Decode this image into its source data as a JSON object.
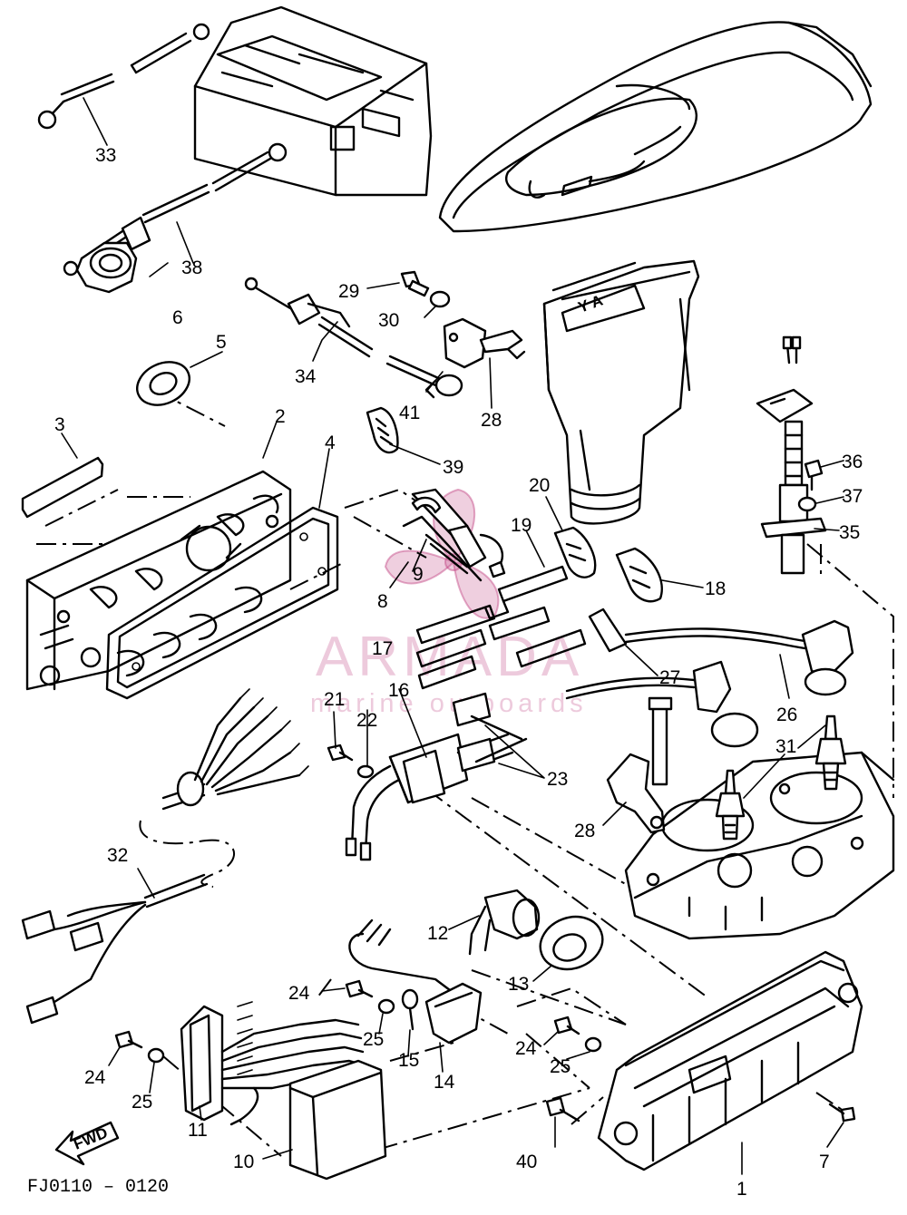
{
  "diagram": {
    "code": "FJ0110 – 0120",
    "fwd_label": "FWD",
    "watermark": {
      "brand": "ARMADA",
      "tagline": "marine outboards",
      "color": "#c04080"
    }
  },
  "callouts": {
    "p1": "1",
    "p2": "2",
    "p3": "3",
    "p4": "4",
    "p5": "5",
    "p6": "6",
    "p7": "7",
    "p8": "8",
    "p9": "9",
    "p10": "10",
    "p11": "11",
    "p12": "12",
    "p13": "13",
    "p14": "14",
    "p15": "15",
    "p16": "16",
    "p17": "17",
    "p18": "18",
    "p19": "19",
    "p20": "20",
    "p21": "21",
    "p22": "22",
    "p23": "23",
    "p24a": "24",
    "p24b": "24",
    "p24c": "24",
    "p25a": "25",
    "p25b": "25",
    "p25c": "25",
    "p26": "26",
    "p27": "27",
    "p28a": "28",
    "p28b": "28",
    "p29": "29",
    "p30": "30",
    "p31": "31",
    "p32": "32",
    "p33": "33",
    "p34": "34",
    "p35": "35",
    "p36": "36",
    "p37": "37",
    "p38": "38",
    "p39": "39",
    "p40": "40",
    "p41": "41"
  }
}
